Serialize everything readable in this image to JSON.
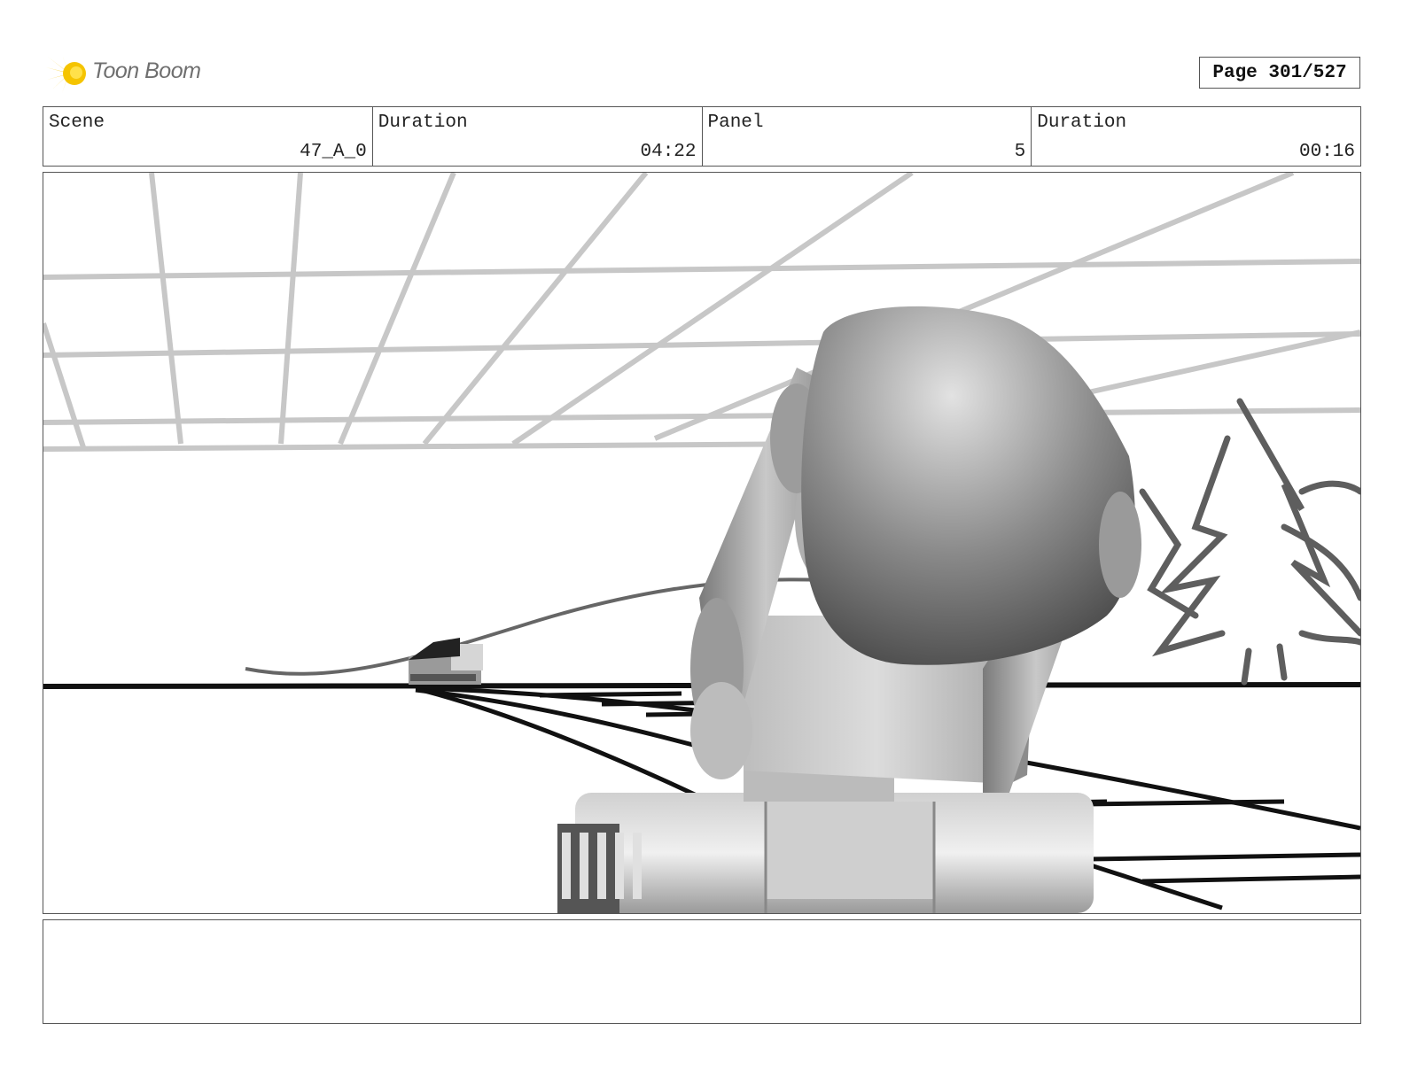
{
  "brand": {
    "name": "Toon Boom",
    "accent": "#f5c400"
  },
  "page": {
    "label": "Page 301/527"
  },
  "header": {
    "fields": [
      {
        "label": "Scene",
        "value": "47_A_0"
      },
      {
        "label": "Duration",
        "value": "04:22"
      },
      {
        "label": "Panel",
        "value": "5"
      },
      {
        "label": "Duration",
        "value": "00:16"
      }
    ]
  },
  "panel_image": {
    "icons": [
      "robot-illustration",
      "train-illustration",
      "tree-sketch"
    ]
  },
  "notes": {
    "text": ""
  }
}
